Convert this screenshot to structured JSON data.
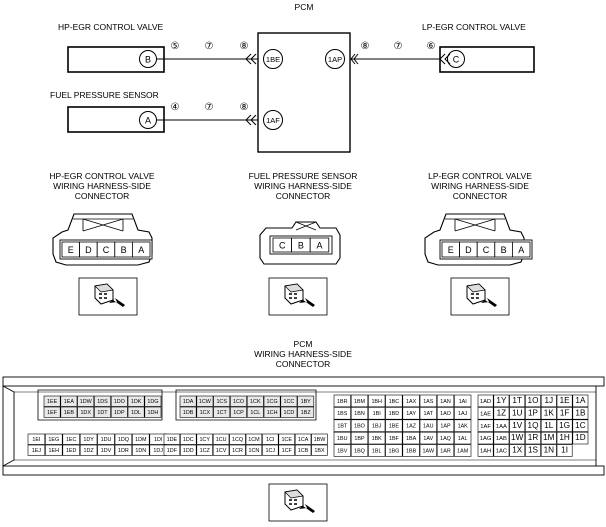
{
  "circuit": {
    "pcm_title": "PCM",
    "hp_egr_label": "HP-EGR CONTROL VALVE",
    "lp_egr_label": "LP-EGR CONTROL VALVE",
    "fuel_sensor_label": "FUEL PRESSURE SENSOR",
    "hp_egr_node": "B",
    "lp_egr_node": "C",
    "fuel_sensor_node": "A",
    "hp_egr_pin_no": "⑤",
    "lp_egr_pin_no": "⑥",
    "fuel_sensor_pin_no": "④",
    "wire_mid_no": "⑦",
    "pcm_side_no": "⑧",
    "pcm_terminal_1be": "1BE",
    "pcm_terminal_1af": "1AF",
    "pcm_terminal_1ap": "1AP"
  },
  "connectors": {
    "hp_egr_title": "HP-EGR CONTROL VALVE\nWIRING HARNESS-SIDE\nCONNECTOR",
    "fuel_sensor_title": "FUEL PRESSURE SENSOR\nWIRING HARNESS-SIDE\nCONNECTOR",
    "lp_egr_title": "LP-EGR CONTROL VALVE\nWIRING HARNESS-SIDE\nCONNECTOR",
    "hp_egr_pins": [
      "E",
      "D",
      "C",
      "B",
      "A"
    ],
    "fuel_sensor_pins": [
      "C",
      "B",
      "A"
    ],
    "lp_egr_pins": [
      "E",
      "D",
      "C",
      "B",
      "A"
    ]
  },
  "pcm_connector": {
    "title": "PCM\nWIRING HARNESS-SIDE\nCONNECTOR",
    "block1": [
      [
        "1EE",
        "1EA",
        "1DW",
        "1DS",
        "1DO",
        "1DK",
        "1DG"
      ],
      [
        "1EF",
        "1EB",
        "1DX",
        "1DT",
        "1DP",
        "1DL",
        "1DH"
      ],
      [
        "1EI",
        "1EG",
        "1EC",
        "1DY",
        "1DU",
        "1DQ",
        "1DM",
        "1DI"
      ],
      [
        "1EJ",
        "1EH",
        "1ED",
        "1DZ",
        "1DV",
        "1DR",
        "1DN",
        "1DJ"
      ]
    ],
    "block2": [
      [
        "1DA",
        "1CW",
        "1CS",
        "1CO",
        "1CK",
        "1CG",
        "1CC",
        "1BY"
      ],
      [
        "1DB",
        "1CX",
        "1CT",
        "1CP",
        "1CL",
        "1CH",
        "1CD",
        "1BZ"
      ],
      [
        "1DE",
        "1DC",
        "1CY",
        "1CU",
        "1CQ",
        "1CM",
        "1CI",
        "1CE",
        "1CA",
        "1BW"
      ],
      [
        "1DF",
        "1DD",
        "1CZ",
        "1CV",
        "1CR",
        "1CN",
        "1CJ",
        "1CF",
        "1CB",
        "1BX"
      ]
    ],
    "block3": [
      [
        "1BR",
        "1BM",
        "1BH",
        "1BC",
        "1AX",
        "1AS",
        "1AN",
        "1AI"
      ],
      [
        "1BS",
        "1BN",
        "1BI",
        "1BD",
        "1AY",
        "1AT",
        "1AO",
        "1AJ"
      ],
      [
        "1BT",
        "1BO",
        "1BJ",
        "1BE",
        "1AZ",
        "1AU",
        "1AP",
        "1AK"
      ],
      [
        "1BU",
        "1BP",
        "1BK",
        "1BF",
        "1BA",
        "1AV",
        "1AQ",
        "1AL"
      ],
      [
        "1BV",
        "1BQ",
        "1BL",
        "1BG",
        "1BB",
        "1AW",
        "1AR",
        "1AM"
      ]
    ],
    "block4": [
      [
        "1AD",
        "1Y",
        "1T",
        "1O",
        "1J",
        "1E",
        "1A"
      ],
      [
        "1AE",
        "1Z",
        "1U",
        "1P",
        "1K",
        "1F",
        "1B"
      ],
      [
        "1AF",
        "1AA",
        "1V",
        "1Q",
        "1L",
        "1G",
        "1C"
      ],
      [
        "1AG",
        "1AB",
        "1W",
        "1R",
        "1M",
        "1H",
        "1D"
      ],
      [
        "1AH",
        "1AC",
        "1X",
        "1S",
        "1N",
        "1I"
      ]
    ]
  }
}
